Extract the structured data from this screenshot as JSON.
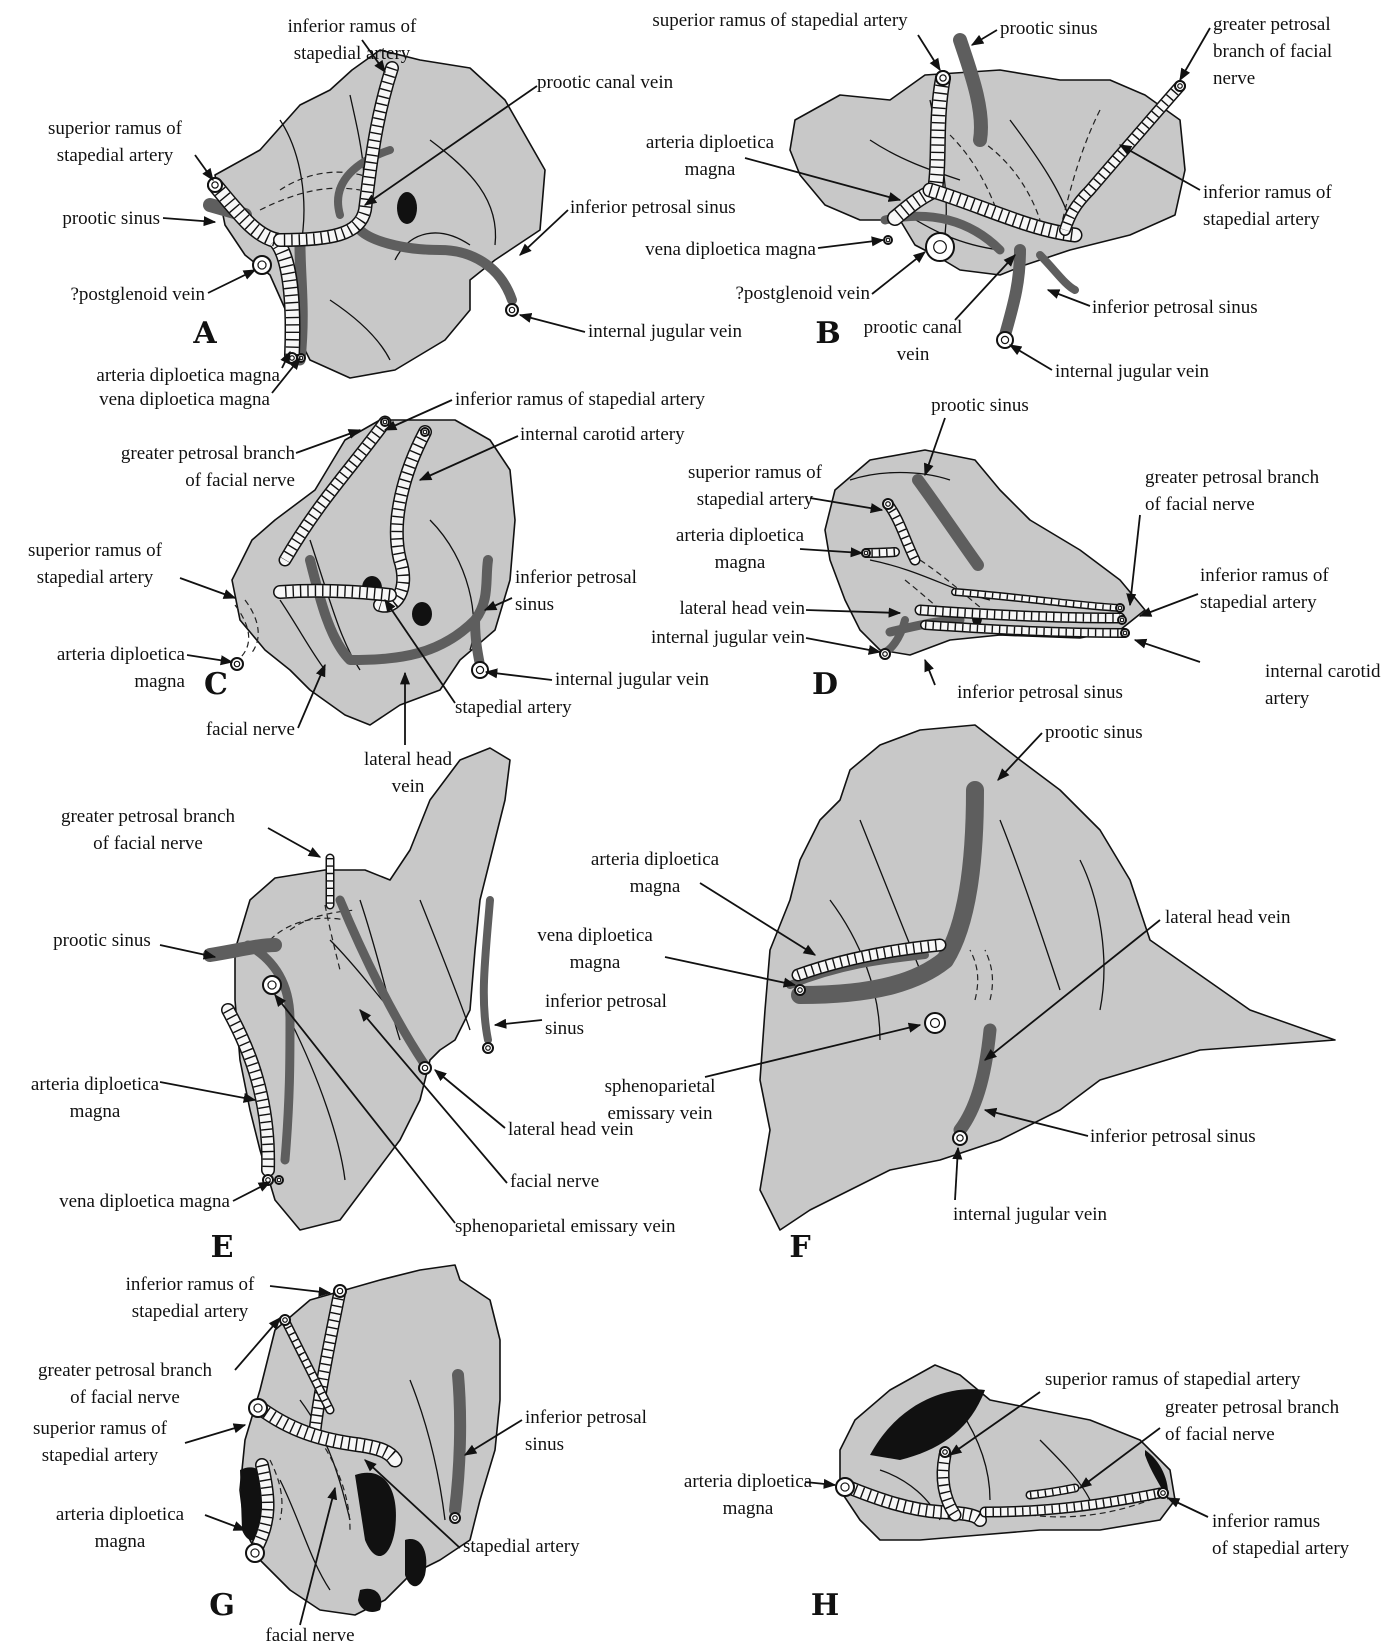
{
  "panels": {
    "A": {
      "letter": "A",
      "labels": [
        [
          "inferior ramus of",
          "stapedial artery"
        ],
        [
          "prootic canal vein"
        ],
        [
          "superior ramus of",
          "stapedial artery"
        ],
        [
          "inferior petrosal sinus"
        ],
        [
          "prootic sinus"
        ],
        [
          "?postglenoid vein"
        ],
        [
          "internal jugular vein"
        ],
        [
          "arteria diploetica magna"
        ],
        [
          "vena diploetica magna"
        ]
      ]
    },
    "B": {
      "letter": "B",
      "labels": [
        [
          "superior ramus of stapedial artery"
        ],
        [
          "prootic sinus"
        ],
        [
          "greater petrosal",
          "branch of facial",
          "nerve"
        ],
        [
          "arteria diploetica",
          "magna"
        ],
        [
          "inferior ramus of",
          "stapedial artery"
        ],
        [
          "vena diploetica magna"
        ],
        [
          "?postglenoid vein"
        ],
        [
          "inferior petrosal sinus"
        ],
        [
          "prootic canal",
          "vein"
        ],
        [
          "internal jugular vein"
        ]
      ]
    },
    "C": {
      "letter": "C",
      "labels": [
        [
          "inferior ramus of stapedial artery"
        ],
        [
          "greater petrosal branch",
          "of facial nerve"
        ],
        [
          "internal carotid artery"
        ],
        [
          "superior ramus of",
          "stapedial artery"
        ],
        [
          "inferior petrosal",
          "sinus"
        ],
        [
          "arteria diploetica",
          "magna"
        ],
        [
          "internal jugular vein"
        ],
        [
          "facial nerve"
        ],
        [
          "stapedial artery"
        ],
        [
          "lateral head",
          "vein"
        ]
      ]
    },
    "D": {
      "letter": "D",
      "labels": [
        [
          "prootic sinus"
        ],
        [
          "superior ramus of",
          "stapedial artery"
        ],
        [
          "greater petrosal branch",
          "of facial nerve"
        ],
        [
          "arteria diploetica",
          "magna"
        ],
        [
          "inferior ramus of",
          "stapedial artery"
        ],
        [
          "lateral head vein"
        ],
        [
          "internal jugular vein"
        ],
        [
          "internal carotid",
          "artery"
        ],
        [
          "inferior petrosal sinus"
        ]
      ]
    },
    "E": {
      "letter": "E",
      "labels": [
        [
          "greater petrosal branch",
          "of facial nerve"
        ],
        [
          "prootic sinus"
        ],
        [
          "inferior petrosal",
          "sinus"
        ],
        [
          "arteria diploetica",
          "magna"
        ],
        [
          "lateral head vein"
        ],
        [
          "vena diploetica magna"
        ],
        [
          "facial nerve"
        ],
        [
          "sphenoparietal emissary vein"
        ]
      ]
    },
    "F": {
      "letter": "F",
      "labels": [
        [
          "prootic sinus"
        ],
        [
          "arteria diploetica",
          "magna"
        ],
        [
          "lateral head vein"
        ],
        [
          "vena diploetica",
          "magna"
        ],
        [
          "sphenoparietal",
          "emissary vein"
        ],
        [
          "inferior petrosal sinus"
        ],
        [
          "internal jugular vein"
        ]
      ]
    },
    "G": {
      "letter": "G",
      "labels": [
        [
          "inferior ramus of",
          "stapedial artery"
        ],
        [
          "greater petrosal branch",
          "of facial nerve"
        ],
        [
          "inferior petrosal",
          "sinus"
        ],
        [
          "superior ramus of",
          "stapedial artery"
        ],
        [
          "arteria diploetica",
          "magna"
        ],
        [
          "stapedial artery"
        ],
        [
          "facial nerve"
        ]
      ]
    },
    "H": {
      "letter": "H",
      "labels": [
        [
          "superior ramus of stapedial artery"
        ],
        [
          "greater petrosal branch",
          "of facial nerve"
        ],
        [
          "arteria diploetica",
          "magna"
        ],
        [
          "inferior ramus",
          "of stapedial artery"
        ]
      ]
    }
  }
}
